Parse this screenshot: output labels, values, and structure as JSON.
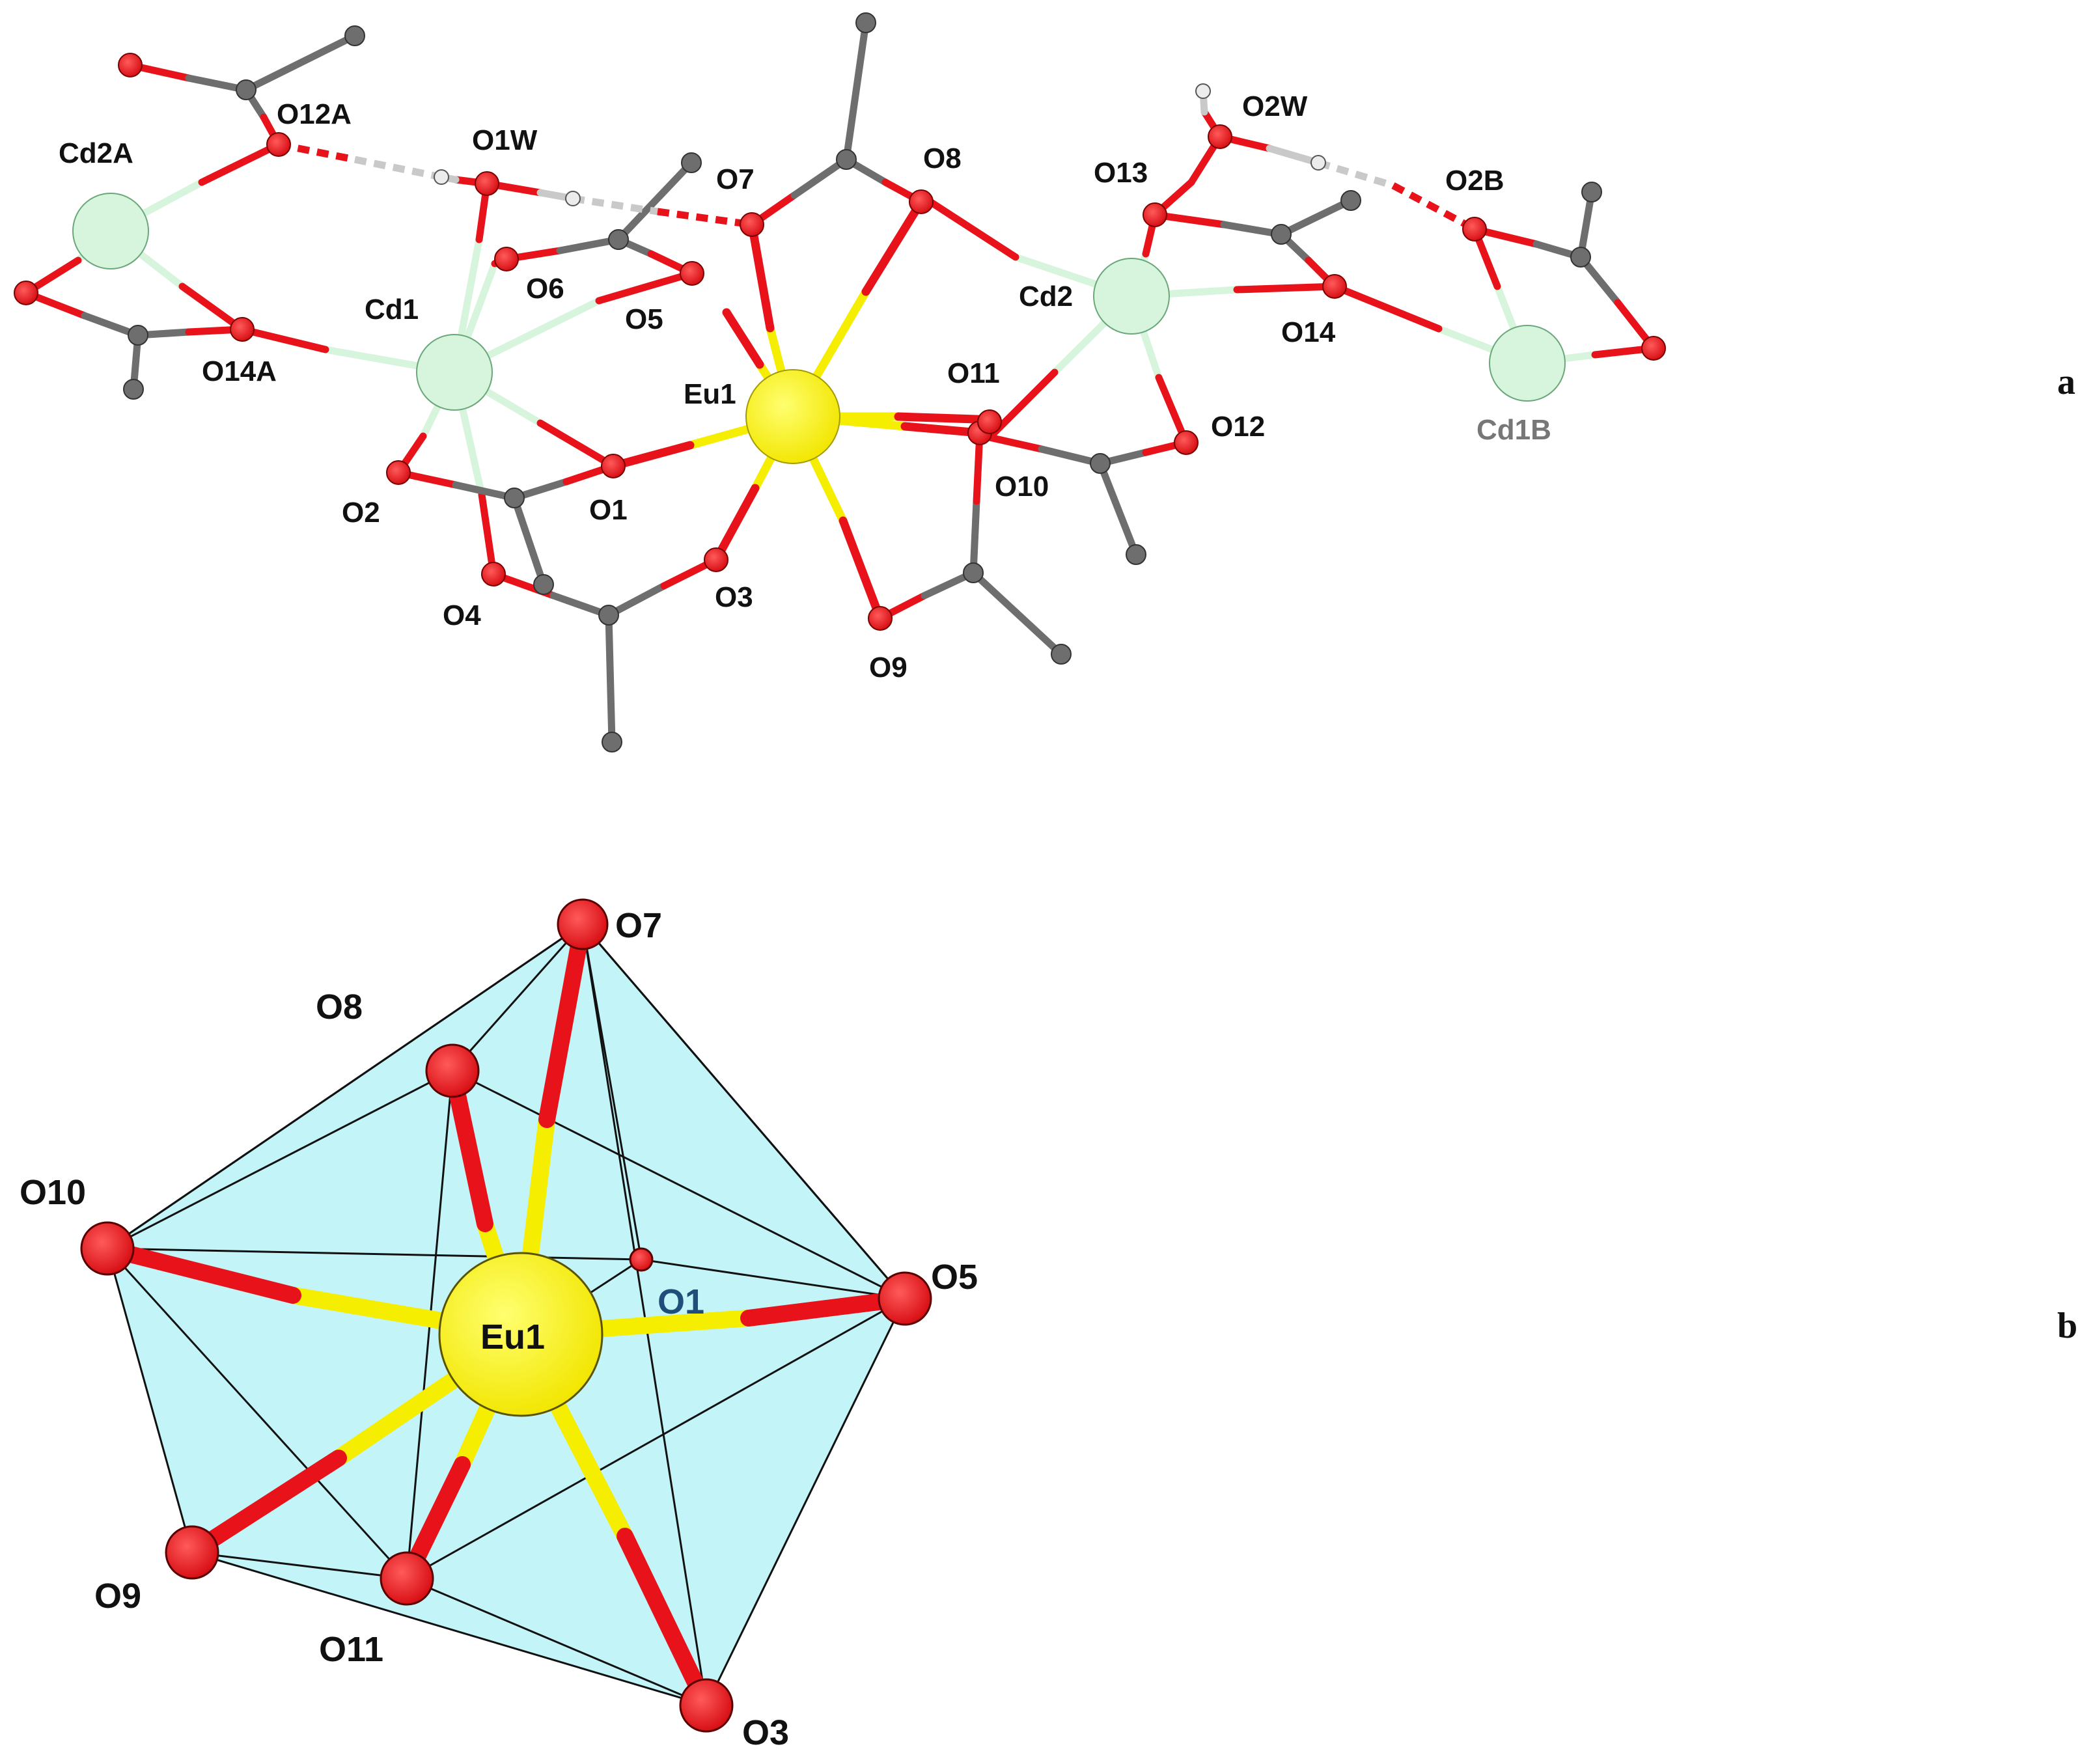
{
  "panels": {
    "a": "a",
    "b": "b"
  },
  "panel_a_labels": {
    "cd2a": "Cd2A",
    "o12a": "O12A",
    "o1w": "O1W",
    "o7": "O7",
    "o8": "O8",
    "o13": "O13",
    "o2w": "O2W",
    "o2b": "O2B",
    "cd1": "Cd1",
    "o6": "O6",
    "o5": "O5",
    "cd2": "Cd2",
    "o14": "O14",
    "o14a": "O14A",
    "eu1": "Eu1",
    "o11": "O11",
    "o12": "O12",
    "cd1b": "Cd1B",
    "o2": "O2",
    "o1": "O1",
    "o10": "O10",
    "o4": "O4",
    "o3": "O3",
    "o9": "O9"
  },
  "panel_b_labels": {
    "o7": "O7",
    "o8": "O8",
    "o10": "O10",
    "o1": "O1",
    "o5": "O5",
    "eu1": "Eu1",
    "o9": "O9",
    "o11": "O11",
    "o3": "O3"
  },
  "colors": {
    "oxygen": "#e8121a",
    "carbon": "#6e6e6e",
    "cadmium": "#d7f4dc",
    "europium": "#ffff00",
    "hbond": "#e8121a",
    "polyhedron": "#c3f4f8"
  }
}
